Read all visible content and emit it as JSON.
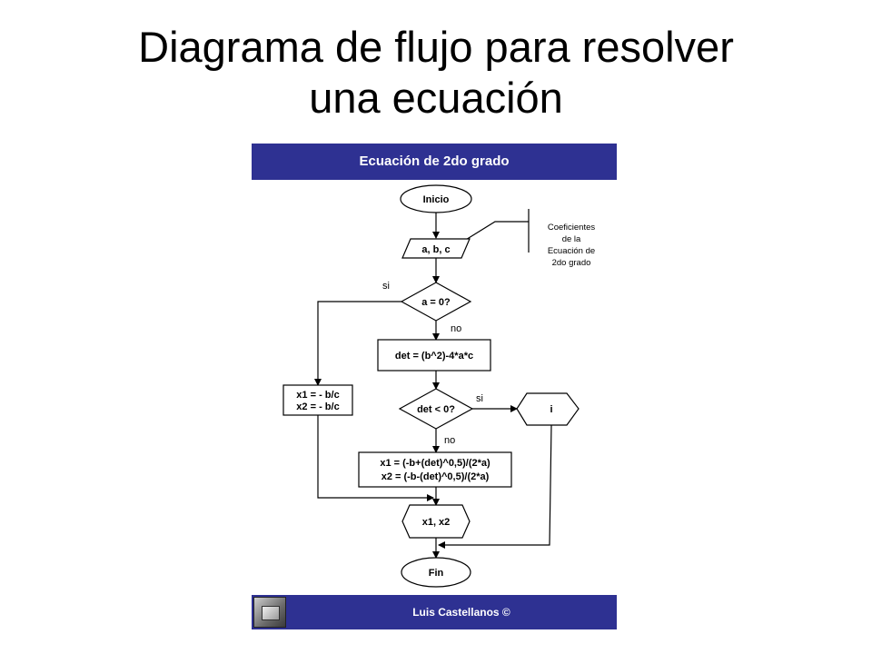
{
  "slide": {
    "title_line1": "Diagrama de flujo para resolver",
    "title_line2": "una ecuación"
  },
  "diagram": {
    "header": "Ecuación de 2do grado",
    "footer": "Luis Castellanos ©",
    "nodes": {
      "start": "Inicio",
      "input": "a, b, c",
      "decision_a": "a = 0?",
      "det": "det = (b^2)-4*a*c",
      "linear_line1": "x1 = - b/c",
      "linear_line2": "x2 = - b/c",
      "decision_det": "det < 0?",
      "imaginary": "i",
      "roots_line1": "x1 = (-b+(det)^0,5)/(2*a)",
      "roots_line2": "x2 = (-b-(det)^0,5)/(2*a)",
      "output": "x1, x2",
      "end": "Fin"
    },
    "annotation": [
      "Coeficientes",
      "de la",
      "Ecuación de",
      "2do grado"
    ],
    "edge_labels": {
      "a_yes": "si",
      "a_no": "no",
      "det_yes": "si",
      "det_no": "no"
    },
    "colors": {
      "banner": "#2e3192",
      "banner_text": "#ffffff"
    }
  }
}
